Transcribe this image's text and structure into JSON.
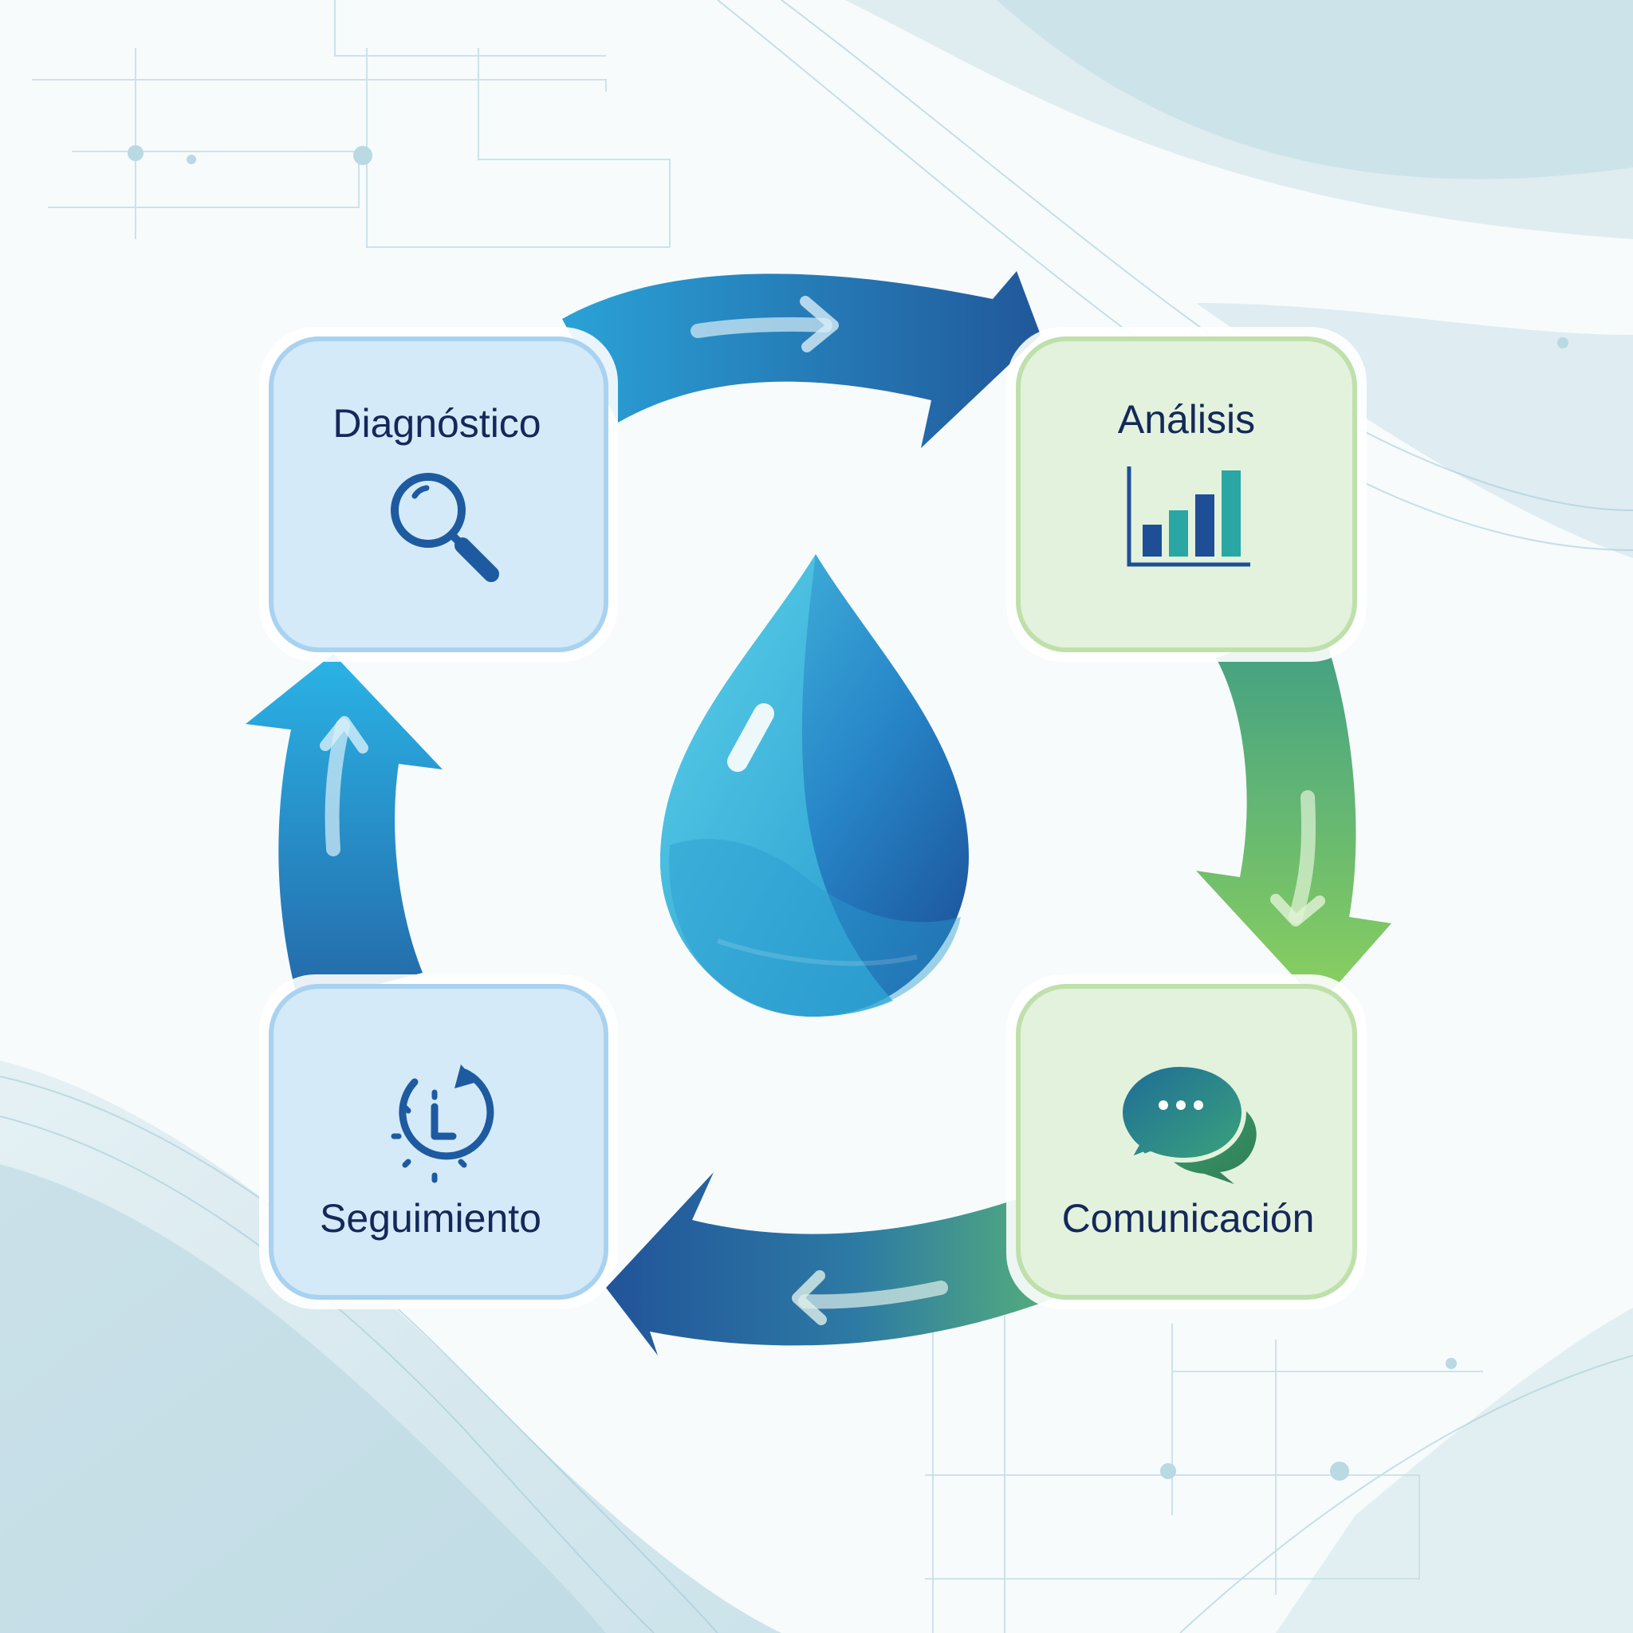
{
  "stages": [
    {
      "id": "diagnostico",
      "label": "Diagnóstico",
      "icon": "magnifier-icon",
      "theme": "blue"
    },
    {
      "id": "analisis",
      "label": "Análisis",
      "icon": "bar-chart-icon",
      "theme": "green"
    },
    {
      "id": "comunicacion",
      "label": "Comunicación",
      "icon": "chat-bubbles-icon",
      "theme": "green"
    },
    {
      "id": "seguimiento",
      "label": "Seguimiento",
      "icon": "clock-refresh-icon",
      "theme": "blue"
    }
  ],
  "center_icon": "water-drop-icon",
  "colors": {
    "blue_box_fill": "#d4eaf8",
    "blue_box_stroke": "#a9d2f0",
    "green_box_fill": "#e3f2dc",
    "green_box_stroke": "#bfe0ab",
    "label_text": "#14285a",
    "icon_dark": "#1e4f96",
    "icon_teal": "#2aa6a4",
    "arrow_light_blue": "#2aaee0",
    "arrow_dark_blue": "#21589a",
    "arrow_green": "#86c95c"
  }
}
